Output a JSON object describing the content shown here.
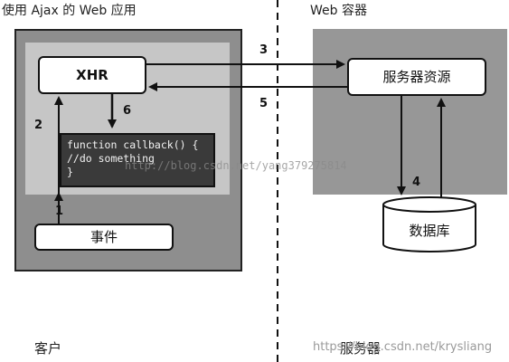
{
  "client": {
    "header": "使用 Ajax 的 Web 应用",
    "xhr_label": "XHR",
    "event_label": "事件",
    "footer": "客户",
    "code_lines": [
      "function callback() {",
      "//do something",
      "}"
    ]
  },
  "server": {
    "header": "Web 容器",
    "resource_label": "服务器资源",
    "database_label": "数据库",
    "footer": "服务器"
  },
  "steps": [
    "1",
    "2",
    "3",
    "4",
    "5",
    "6"
  ],
  "watermarks": {
    "middle": "http://blog.csdn.net/yang379275814",
    "bottom": "https://blog.csdn.net/krysliang"
  },
  "colors": {
    "outer_panel": "#8e8e8e",
    "inner_panel": "#c6c6c6",
    "server_panel": "#979797",
    "code_bg": "#3a3a3a"
  }
}
